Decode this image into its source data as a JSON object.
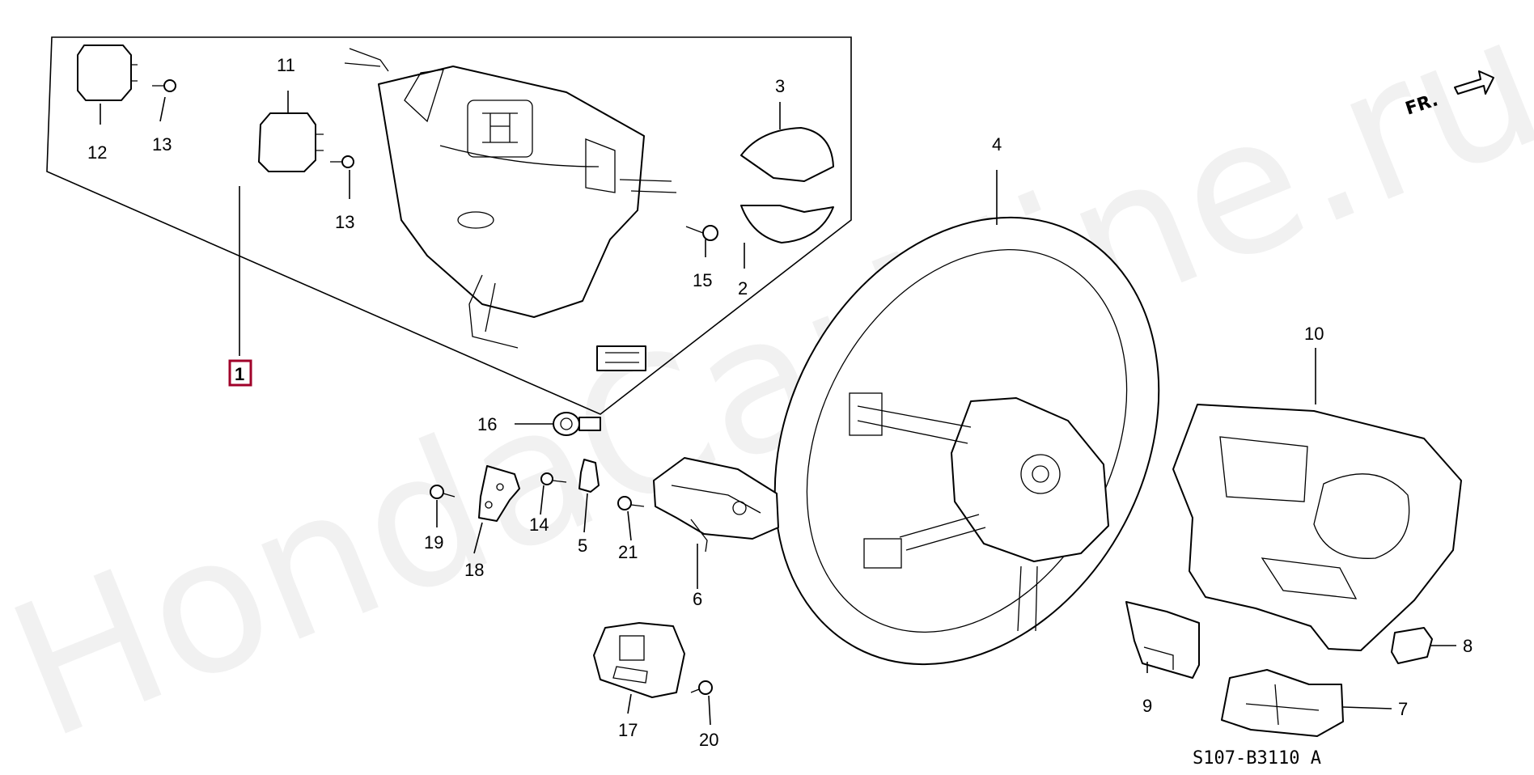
{
  "watermark": "HondaCarMine.ru",
  "diagram_code": "S107-B3110 A",
  "direction_label": "FR.",
  "highlight_color": "#a0002a",
  "callouts": {
    "p1": "1",
    "p2": "2",
    "p3": "3",
    "p4": "4",
    "p5": "5",
    "p6": "6",
    "p7": "7",
    "p8": "8",
    "p9": "9",
    "p10": "10",
    "p11": "11",
    "p12": "12",
    "p13a": "13",
    "p13b": "13",
    "p14": "14",
    "p15": "15",
    "p16": "16",
    "p17": "17",
    "p18": "18",
    "p19": "19",
    "p20": "20",
    "p21": "21"
  }
}
